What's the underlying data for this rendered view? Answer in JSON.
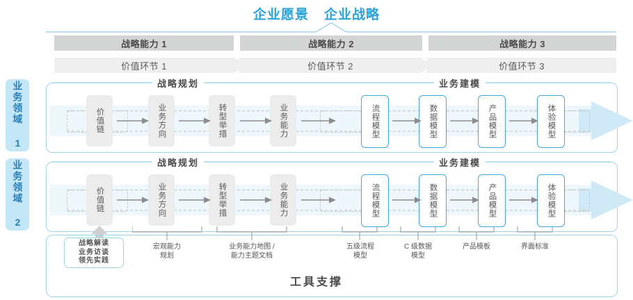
{
  "header": {
    "title_left": "企业愿景",
    "title_right": "企业战略"
  },
  "capabilities": [
    {
      "label": "战略能力 1"
    },
    {
      "label": "战略能力 2"
    },
    {
      "label": "战略能力 3"
    }
  ],
  "value_segments": [
    {
      "label": "价值环节 1"
    },
    {
      "label": "价值环节 2"
    },
    {
      "label": "价值环节 3"
    }
  ],
  "domains": [
    {
      "label": "业务领域 1"
    },
    {
      "label": "业务领域 2"
    }
  ],
  "sections": [
    {
      "label": "战略规划"
    },
    {
      "label": "业务建模"
    }
  ],
  "nodes": [
    {
      "label": "价值链",
      "style": "gray"
    },
    {
      "label": "业务方向",
      "style": "gray"
    },
    {
      "label": "转型举措",
      "style": "gray"
    },
    {
      "label": "业务能力",
      "style": "gray"
    },
    {
      "label": "流程模型",
      "style": "blue"
    },
    {
      "label": "数据模型",
      "style": "blue"
    },
    {
      "label": "产品模型",
      "style": "blue"
    },
    {
      "label": "体验模型",
      "style": "blue"
    }
  ],
  "tools": {
    "chip": {
      "line1": "战略解读",
      "line2": "业务访谈",
      "line3": "领先实践"
    },
    "labels": [
      {
        "text": "宏观能力\n规划"
      },
      {
        "text": "业务能力地图 /\n能力主题文档"
      },
      {
        "text": "五级流程\n模型"
      },
      {
        "text": "C 级数据\n模型"
      },
      {
        "text": "产品模板"
      },
      {
        "text": "界面标准"
      }
    ],
    "footer": "工具支撑"
  },
  "colors": {
    "accent_blue": "#29a3dc",
    "node_blue_border": "#3fa9e0",
    "bar_gray": "#d3d4d4",
    "bar_light": "#efefef",
    "domain_bg": "#c3e7f7",
    "band_blue": "#eef7fb"
  }
}
